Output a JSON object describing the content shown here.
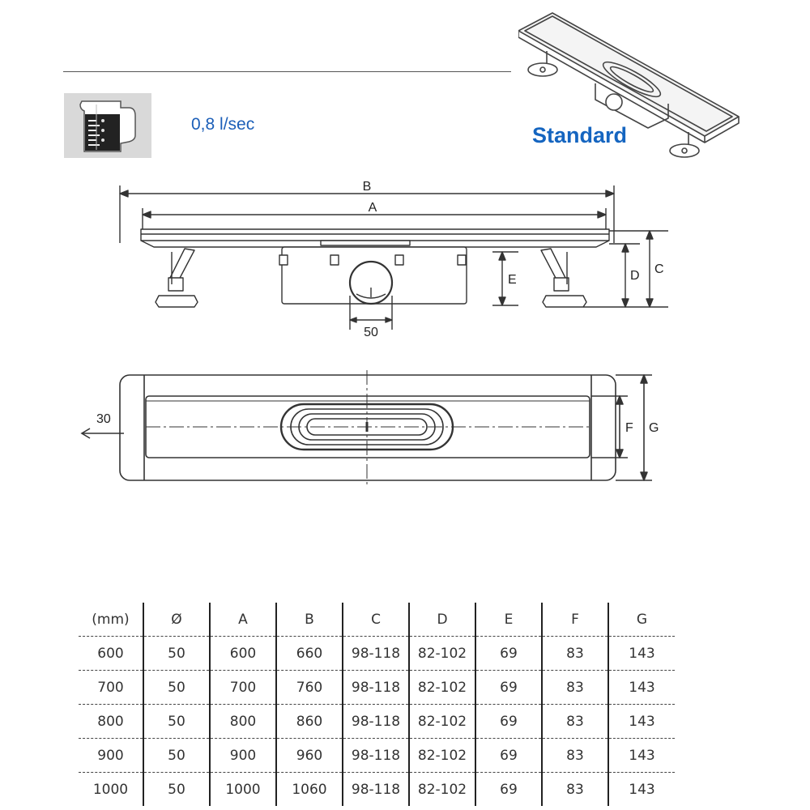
{
  "header": {
    "flow_rate": "0,8 l/sec",
    "model_name": "Standard"
  },
  "icons": {
    "jug": "measuring-jug-icon",
    "arrow": "left-arrow-icon"
  },
  "drawing": {
    "side_view": {
      "labels": {
        "B": "B",
        "A": "A",
        "D": "D",
        "C": "C",
        "E": "E",
        "outlet_diameter": "50"
      }
    },
    "top_view": {
      "labels": {
        "outlet_offset": "30",
        "F": "F",
        "G": "G"
      }
    }
  },
  "table": {
    "headers": [
      "(mm)",
      "Ø",
      "A",
      "B",
      "C",
      "D",
      "E",
      "F",
      "G"
    ],
    "rows": [
      [
        "600",
        "50",
        "600",
        "660",
        "98-118",
        "82-102",
        "69",
        "83",
        "143"
      ],
      [
        "700",
        "50",
        "700",
        "760",
        "98-118",
        "82-102",
        "69",
        "83",
        "143"
      ],
      [
        "800",
        "50",
        "800",
        "860",
        "98-118",
        "82-102",
        "69",
        "83",
        "143"
      ],
      [
        "900",
        "50",
        "900",
        "960",
        "98-118",
        "82-102",
        "69",
        "83",
        "143"
      ],
      [
        "1000",
        "50",
        "1000",
        "1060",
        "98-118",
        "82-102",
        "69",
        "83",
        "143"
      ]
    ]
  },
  "colors": {
    "accent_blue": "#1565c0",
    "flow_blue": "#1c5fb8",
    "icon_bg": "#d9d9d9",
    "line": "#222222"
  }
}
